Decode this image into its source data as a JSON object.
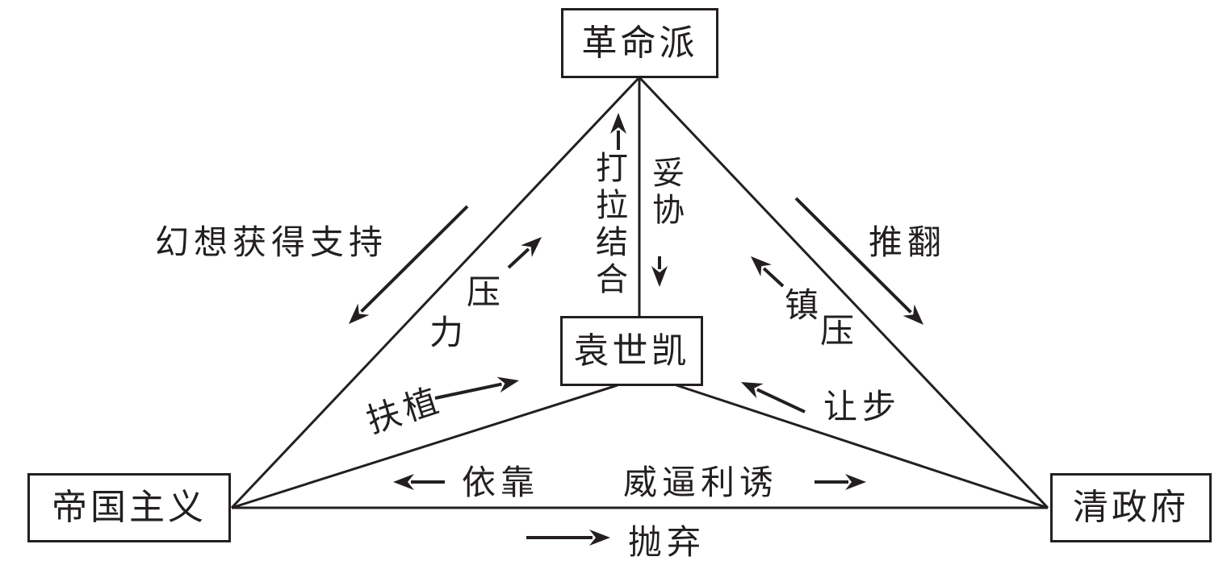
{
  "nodes": {
    "revolutionaries": "革命派",
    "yuan_shikai": "袁世凯",
    "imperialism": "帝国主义",
    "qing_government": "清政府"
  },
  "relations": {
    "yuan_to_revolutionaries": {
      "label": "打拉结合",
      "direction": "up"
    },
    "revolutionaries_to_yuan": {
      "label": "妥协",
      "direction": "down"
    },
    "revolutionaries_to_imperialism": {
      "label": "幻想获得支持",
      "direction": "down-left"
    },
    "imperialism_pressure_revolutionaries_chars": [
      "压",
      "力"
    ],
    "revolutionaries_to_qing": {
      "label": "推翻",
      "direction": "down-right"
    },
    "qing_suppress_revolutionaries_chars": [
      "镇",
      "压"
    ],
    "imperialism_to_yuan": {
      "label": "扶植",
      "direction": "up-right"
    },
    "qing_to_yuan": {
      "label": "让步",
      "direction": "up-left"
    },
    "qing_to_imperialism": {
      "label": "依靠",
      "direction": "left"
    },
    "imperialism_to_qing": {
      "label": "威逼利诱",
      "direction": "right"
    },
    "imperialism_abandon_qing": {
      "label": "抛弃",
      "direction": "right"
    }
  },
  "style": {
    "stroke_color": "#231f20"
  }
}
